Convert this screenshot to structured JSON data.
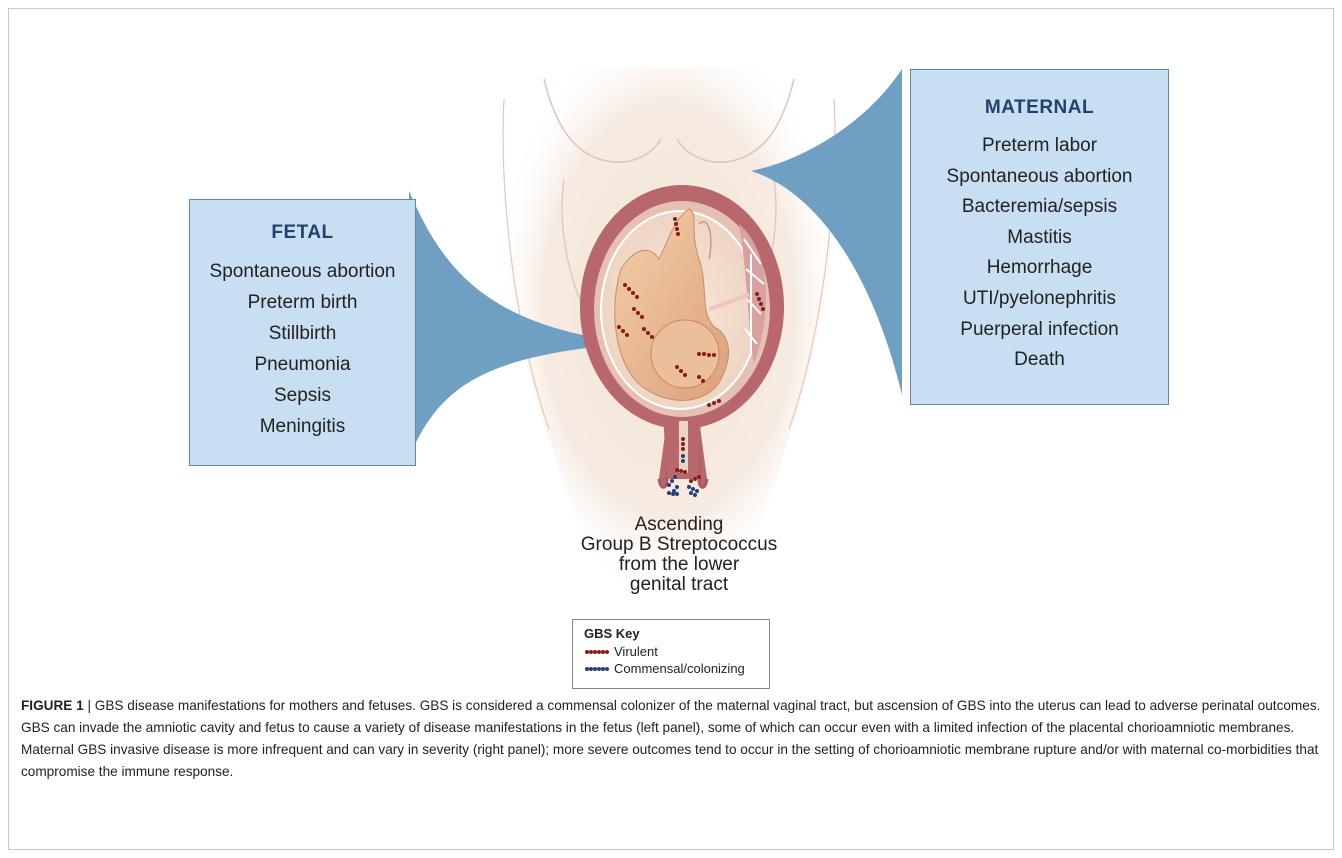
{
  "fetal": {
    "title": "FETAL",
    "items": [
      "Spontaneous abortion",
      "Preterm birth",
      "Stillbirth",
      "Pneumonia",
      "Sepsis",
      "Meningitis"
    ]
  },
  "maternal": {
    "title": "MATERNAL",
    "items": [
      "Preterm labor",
      "Spontaneous abortion",
      "Bacteremia/sepsis",
      "Mastitis",
      "Hemorrhage",
      "UTI/pyelonephritis",
      "Puerperal infection",
      "Death"
    ]
  },
  "ascending_label": [
    "Ascending",
    "Group B Streptococcus",
    "from the lower",
    "genital tract"
  ],
  "key": {
    "title": "GBS Key",
    "virulent_label": "Virulent",
    "commensal_label": "Commensal/colonizing"
  },
  "caption": {
    "label": "FIGURE 1",
    "separator": " | ",
    "text": "GBS disease manifestations for mothers and fetuses. GBS is considered a commensal colonizer of the maternal vaginal tract, but ascension of GBS into the uterus can lead to adverse perinatal outcomes. GBS can invade the amniotic cavity and fetus to cause a variety of disease manifestations in the fetus (left panel), some of which can occur even with a limited infection of the placental chorioamniotic membranes. Maternal GBS invasive disease is more infrequent and can vary in severity (right panel); more severe outcomes tend to occur in the setting of chorioamniotic membrane rupture and/or with maternal co-morbidities that compromise the immune response."
  },
  "colors": {
    "panel_fill": "#c7dff0",
    "callout_fill": "#6f9fc3",
    "title_color": "#26406e",
    "virulent": "#8b1a1a",
    "commensal": "#24407a",
    "uterus": "#b8686c",
    "skin": "#f0ddd0"
  }
}
